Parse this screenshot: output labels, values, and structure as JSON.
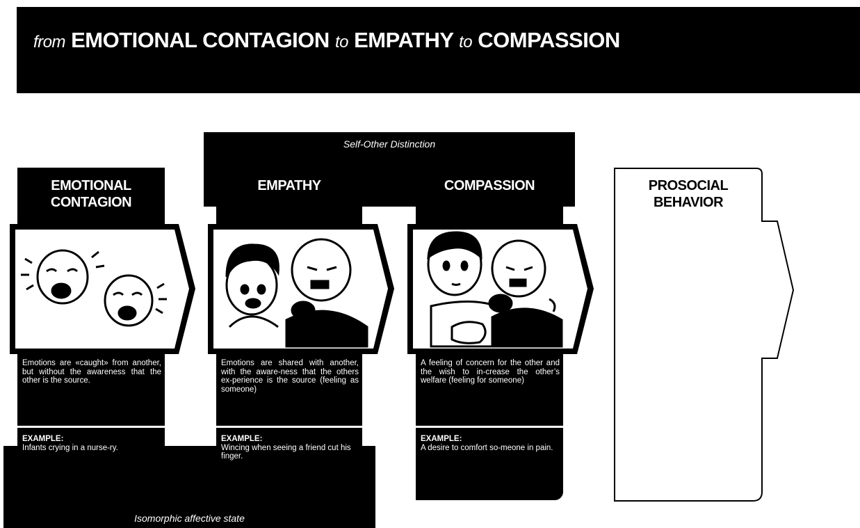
{
  "banner": {
    "word_from": "from",
    "term_1": "EMOTIONAL CONTAGION",
    "word_to_1": "to",
    "term_2": "EMPATHY",
    "word_to_2": "to",
    "term_3": "COMPASSION"
  },
  "bands": {
    "top_label": "Self-Other Distinction",
    "bottom_label": "Isomorphic affective state"
  },
  "stages": [
    {
      "title_line1": "EMOTIONAL",
      "title_line2": "CONTAGION",
      "definition": "Emotions are «caught» from another, but without the awareness that the other is the source.",
      "example_label": "EXAMPLE:",
      "example_text": "Infants crying in a nurse-ry."
    },
    {
      "title_line1": "EMPATHY",
      "definition": "Emotions are shared with another, with the aware-ness that the others ex-perience is the source (feeling as someone)",
      "example_label": "EXAMPLE:",
      "example_text": "Wincing when seeing a friend cut his finger."
    },
    {
      "title_line1": "COMPASSION",
      "definition": "A feeling of concern for the other and the wish to in-crease the other’s welfare (feeling for someone)",
      "example_label": "EXAMPLE:",
      "example_text": "A desire to comfort so-meone in pain."
    },
    {
      "title_line1": "PROSOCIAL",
      "title_line2": "BEHAVIOR"
    }
  ],
  "colors": {
    "ink": "#000000",
    "paper": "#ffffff"
  }
}
